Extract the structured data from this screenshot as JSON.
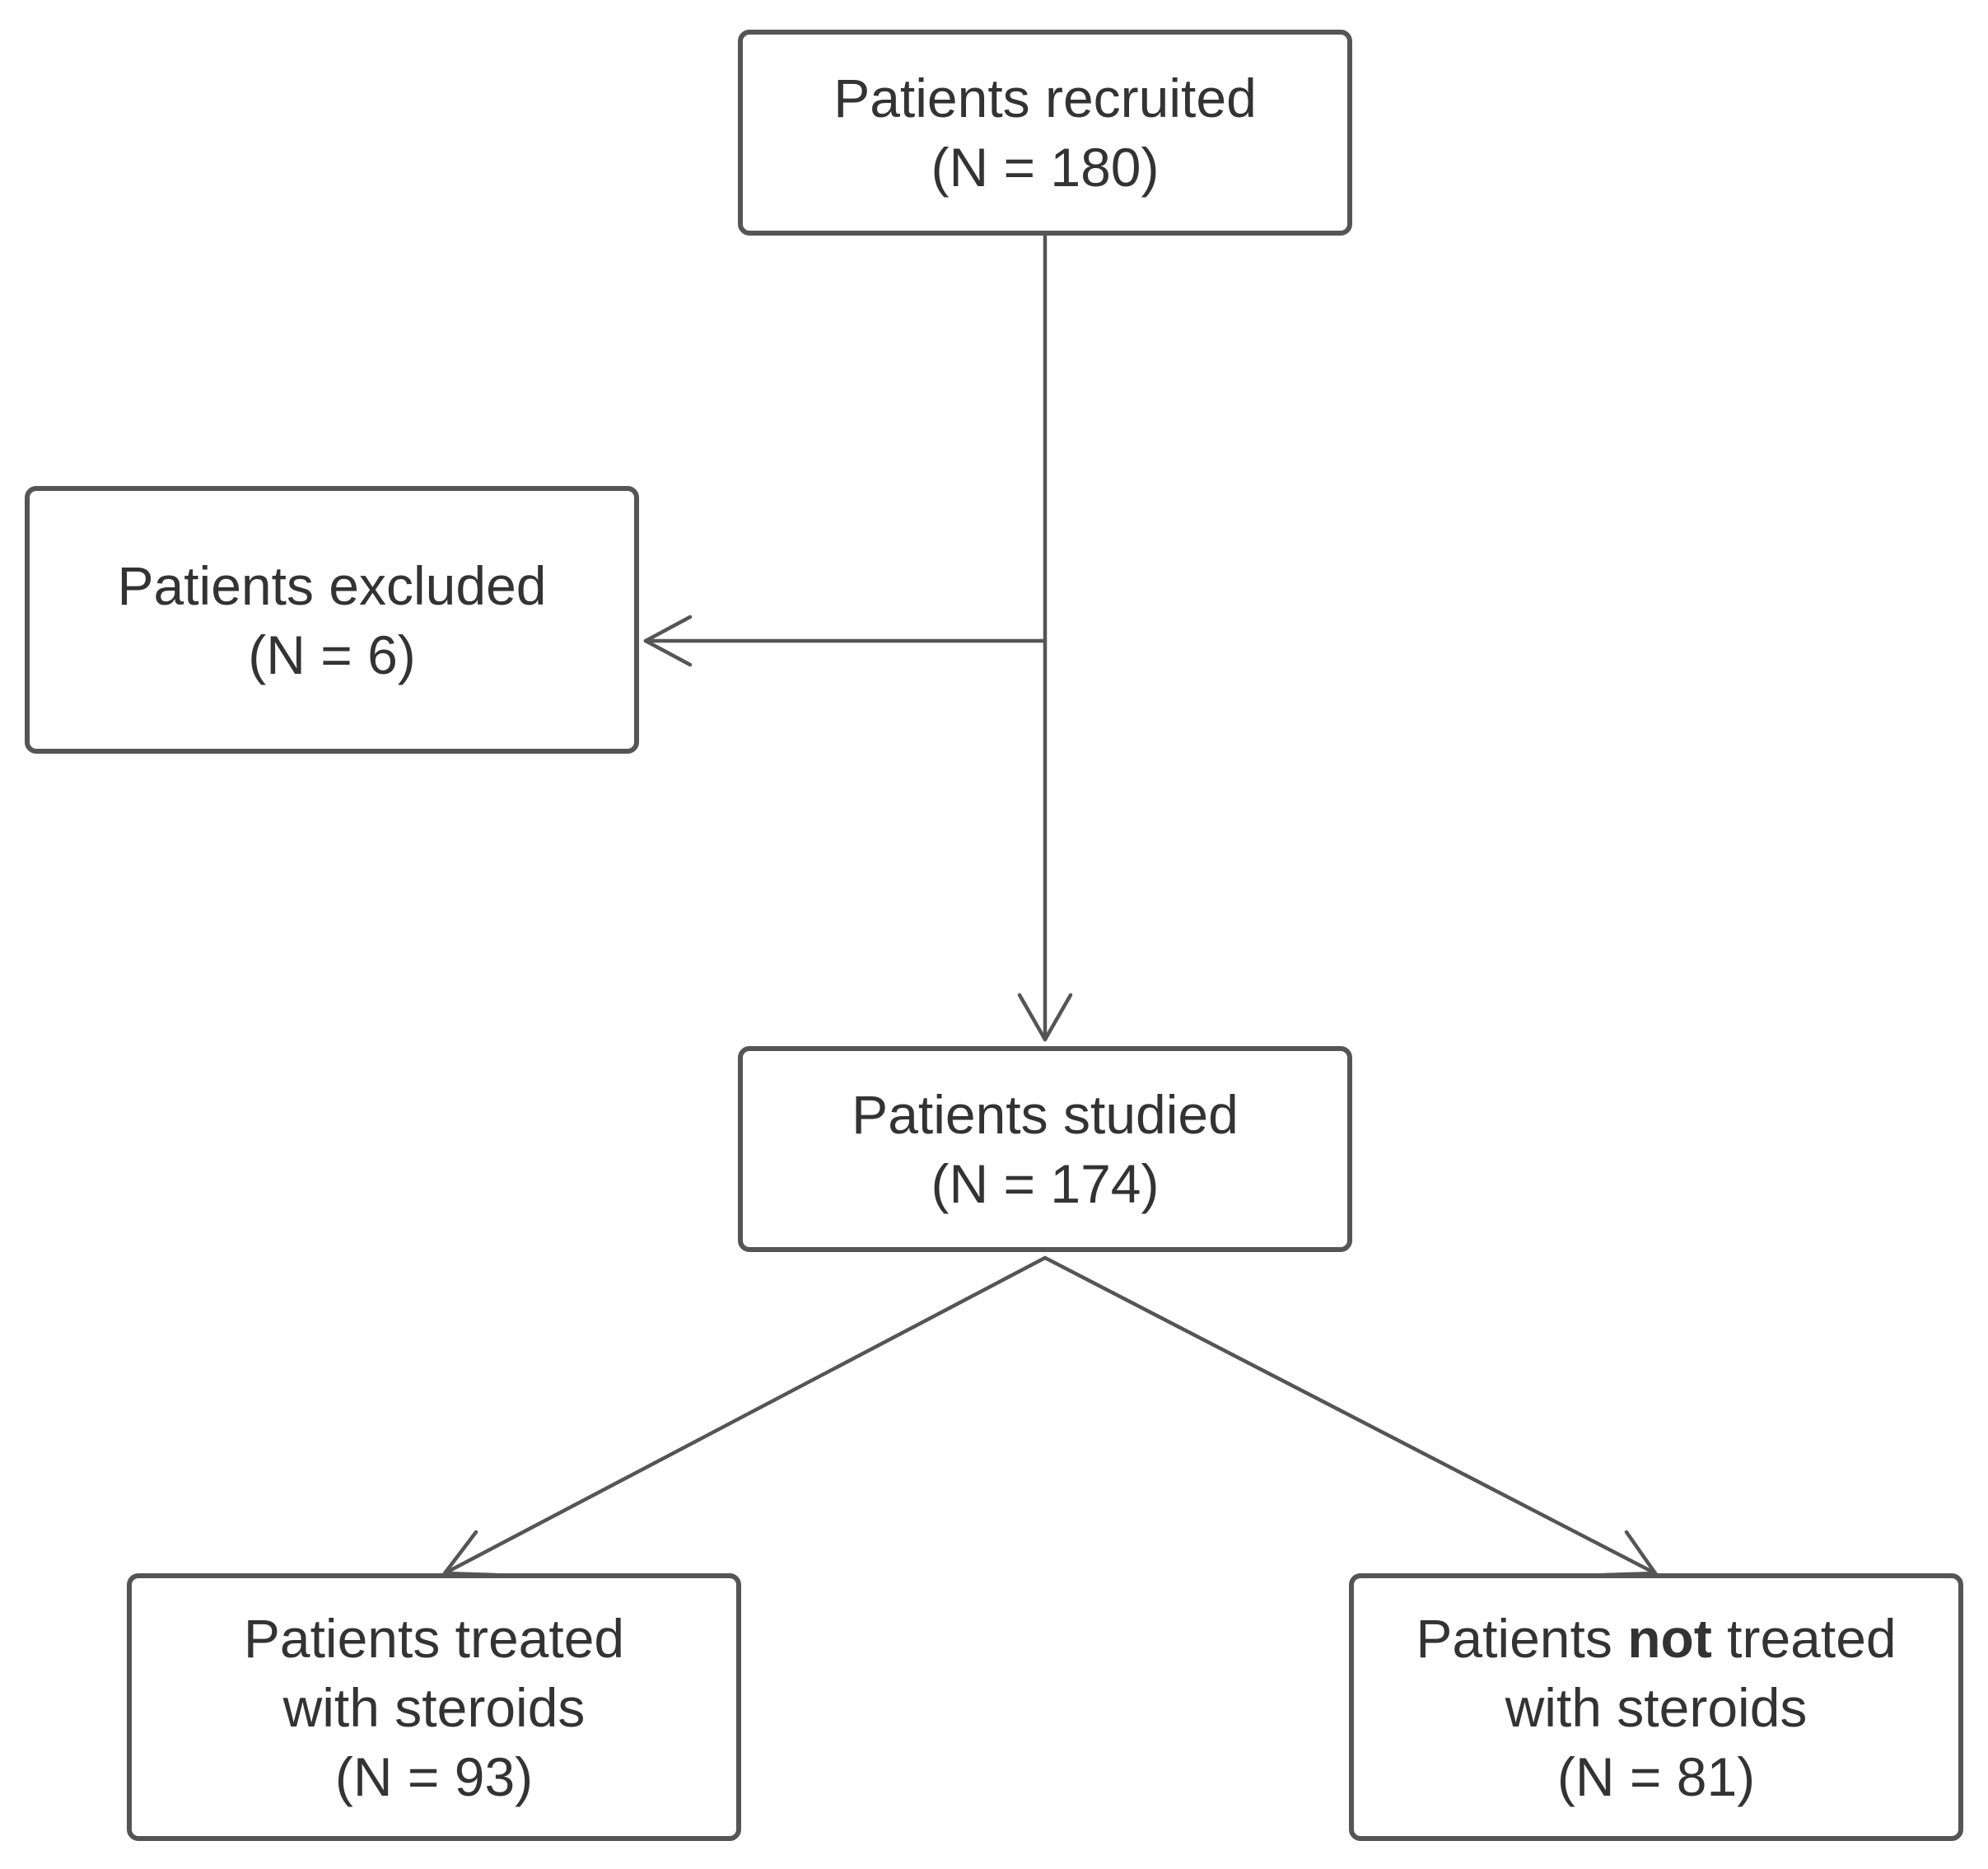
{
  "colors": {
    "stroke": "#555555",
    "text": "#333333",
    "background": "#ffffff"
  },
  "nodes": {
    "recruited": {
      "line1": "Patients recruited",
      "line2": "(N = 180)"
    },
    "excluded": {
      "line1": "Patients excluded",
      "line2": "(N = 6)"
    },
    "studied": {
      "line1": "Patients studied",
      "line2": "(N = 174)"
    },
    "treated": {
      "line1": "Patients treated",
      "line2": "with steroids",
      "line3": "(N = 93)"
    },
    "not_treated": {
      "line1_pre": "Patients ",
      "line1_bold": "not",
      "line1_post": " treated",
      "line2": "with steroids",
      "line3": "(N = 81)"
    }
  },
  "edges": [
    {
      "from": "recruited",
      "to": "studied"
    },
    {
      "from": "recruited",
      "to": "excluded"
    },
    {
      "from": "studied",
      "to": "treated"
    },
    {
      "from": "studied",
      "to": "not_treated"
    }
  ]
}
